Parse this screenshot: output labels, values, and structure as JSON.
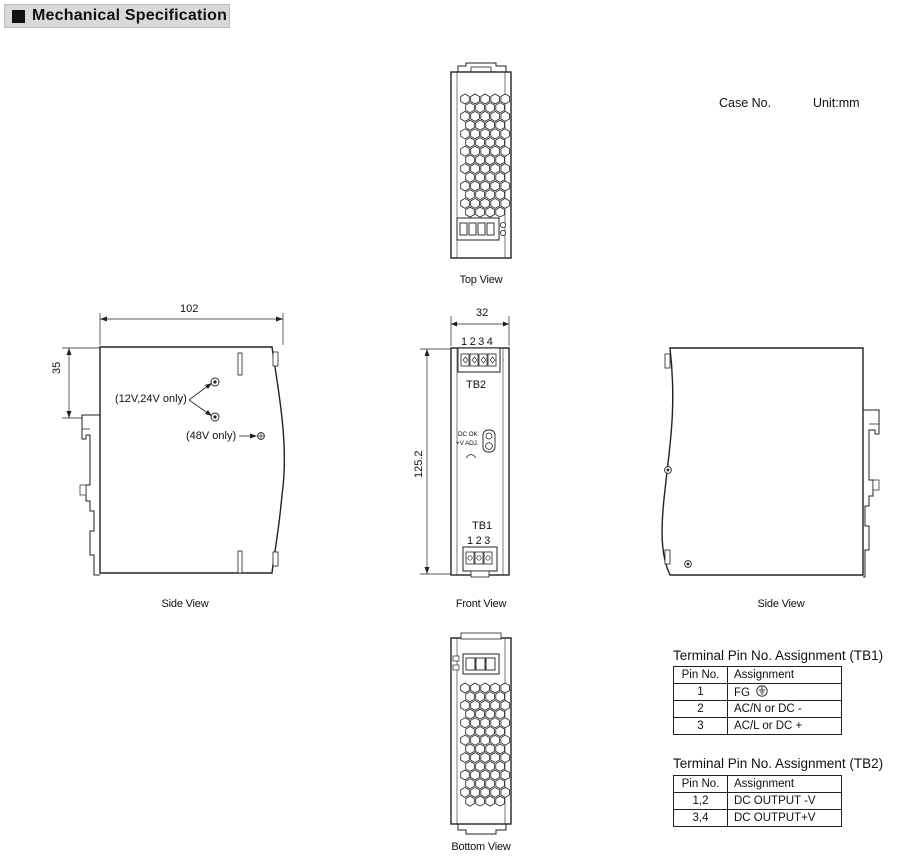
{
  "header": {
    "title": "Mechanical Specification"
  },
  "info": {
    "case_no_label": "Case No.",
    "unit_label": "Unit:mm"
  },
  "views": {
    "top": "Top View",
    "side_left": "Side View",
    "front": "Front View",
    "side_right": "Side View",
    "bottom": "Bottom View"
  },
  "dimensions": {
    "width": "102",
    "height_small": "35",
    "front_width": "32",
    "front_height": "125.2"
  },
  "annotations": {
    "v12_24": "(12V,24V only)",
    "v48": "(48V only)",
    "tb2": "TB2",
    "tb2_pins": "1 2 3 4",
    "tb1": "TB1",
    "tb1_pins": "1 2 3",
    "dc_ok": "DC OK",
    "v_adj": "+V ADJ."
  },
  "tb1_table": {
    "title": "Terminal Pin No.  Assignment (TB1)",
    "headers": [
      "Pin No.",
      "Assignment"
    ],
    "rows": [
      {
        "pin": "1",
        "assignment": "FG"
      },
      {
        "pin": "2",
        "assignment": "AC/N or DC -"
      },
      {
        "pin": "3",
        "assignment": "AC/L or DC +"
      }
    ]
  },
  "tb2_table": {
    "title": "Terminal Pin No.  Assignment (TB2)",
    "headers": [
      "Pin No.",
      "Assignment"
    ],
    "rows": [
      {
        "pin": "1,2",
        "assignment": "DC OUTPUT -V"
      },
      {
        "pin": "3,4",
        "assignment": "DC OUTPUT+V"
      }
    ]
  }
}
